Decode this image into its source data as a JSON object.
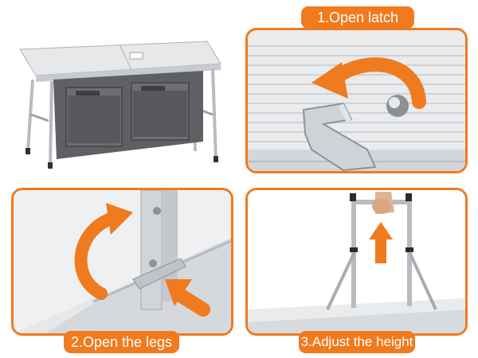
{
  "steps": [
    {
      "label": "1.Open latch"
    },
    {
      "label": "2.Open the legs"
    },
    {
      "label": "3.Adjust the height"
    }
  ],
  "colors": {
    "accent": "#f07a1e",
    "aluminum": "#d9dcdf",
    "fabric": "#5f6064",
    "frame": "#b8bcc0"
  },
  "icons": [
    "rotate-arrow-icon",
    "push-arrow-icon",
    "up-arrow-icon"
  ]
}
